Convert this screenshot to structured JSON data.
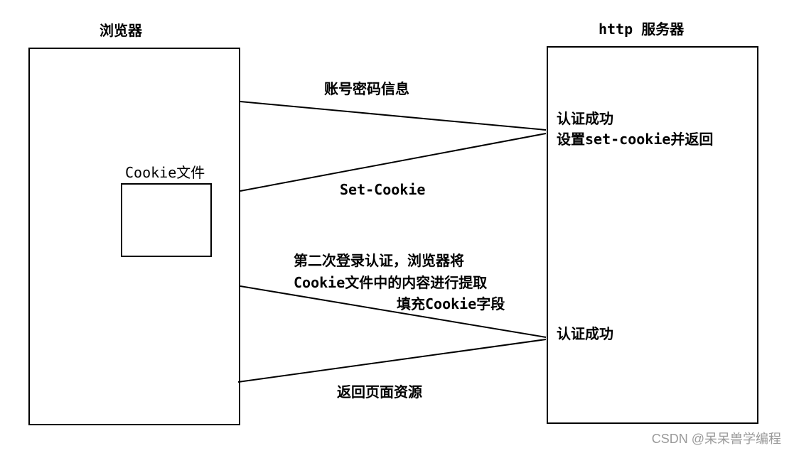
{
  "labels": {
    "browser_title": "浏览器",
    "server_title": "http 服务器",
    "cookie_file": "Cookie文件",
    "msg_credentials": "账号密码信息",
    "server_auth_1_line1": "认证成功",
    "server_auth_1_line2": "设置set-cookie并返回",
    "msg_set_cookie": "Set-Cookie",
    "second_auth_line1": "第二次登录认证，浏览器将",
    "second_auth_line2": "Cookie文件中的内容进行提取",
    "second_auth_line3": "填充Cookie字段",
    "server_auth_2": "认证成功",
    "msg_return_resources": "返回页面资源",
    "watermark": "CSDN @呆呆兽学编程"
  },
  "colors": {
    "stroke": "#000000",
    "background": "#ffffff",
    "watermark": "#9a9a9a"
  }
}
